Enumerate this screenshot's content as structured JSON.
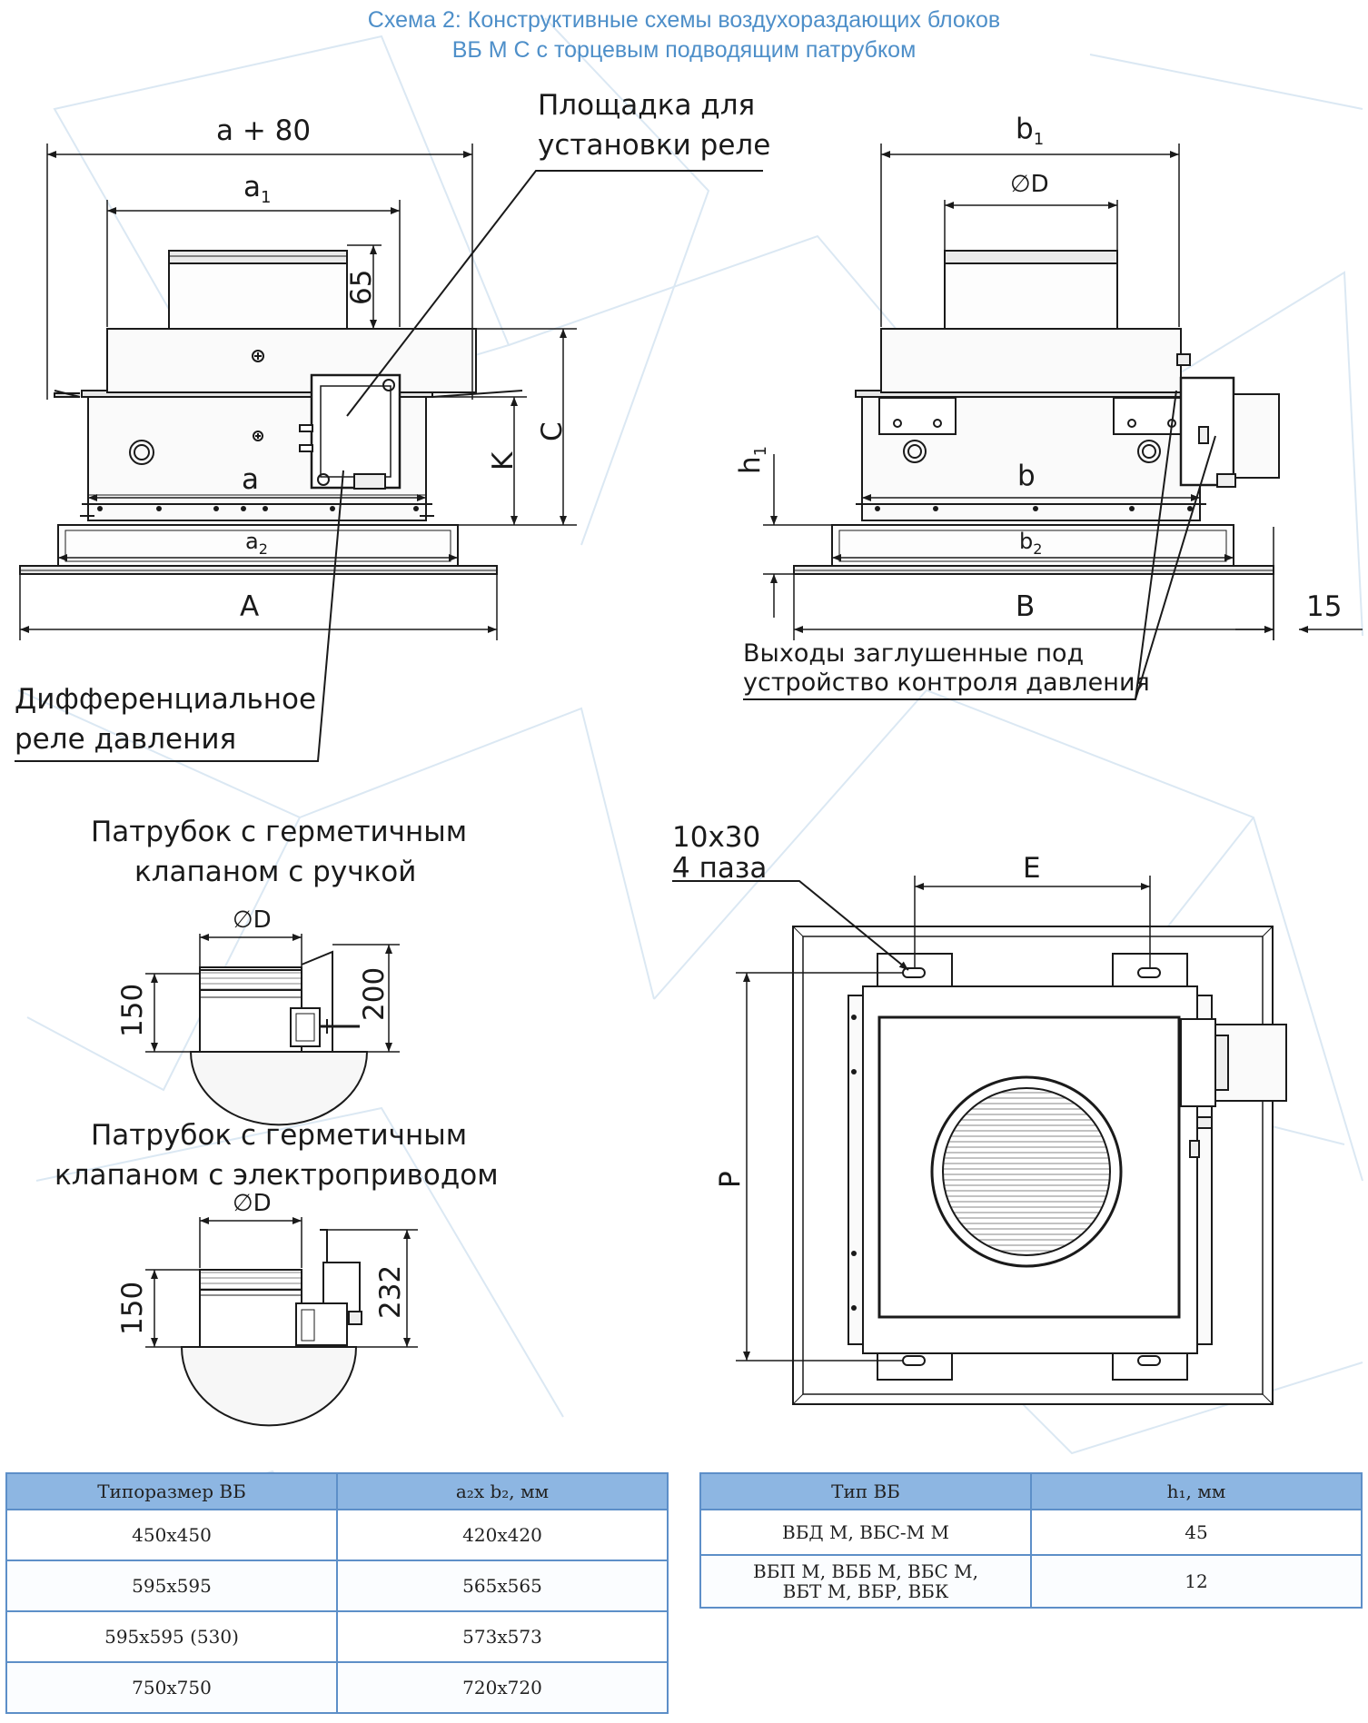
{
  "title_line1": "Схема 2: Конструктивные схемы воздухораздающих блоков",
  "title_line2": "ВБ М С с торцевым подводящим патрубком",
  "callouts": {
    "relay_platform_line1": "Площадка для",
    "relay_platform_line2": "установки реле",
    "diff_relay_line1": "Дифференциальное",
    "diff_relay_line2": "реле давления",
    "outlets_line1": "Выходы заглушенные под",
    "outlets_line2": "устройство контроля давления",
    "slots_line1": "10x30",
    "slots_line2": "4 паза"
  },
  "captions": {
    "handle_line1": "Патрубок с герметичным",
    "handle_line2": "клапаном с ручкой",
    "drive_line1": "Патрубок с герметичным",
    "drive_line2": "клапаном с электроприводом"
  },
  "dims": {
    "a_plus_80": "a + 80",
    "a1": "a",
    "a1_sub": "1",
    "a": "a",
    "a2": "a",
    "a2_sub": "2",
    "A": "A",
    "h65": "65",
    "K": "K",
    "C": "C",
    "b1": "b",
    "b1_sub": "1",
    "D": "∅D",
    "b": "b",
    "b2": "b",
    "b2_sub": "2",
    "B": "B",
    "d15": "15",
    "h1": "h",
    "h1_sub": "1",
    "E": "E",
    "P": "P",
    "d150a": "150",
    "d200": "200",
    "d150b": "150",
    "d232": "232"
  },
  "table1": {
    "headers": [
      "Типоразмер ВБ",
      "a₂x b₂, мм"
    ],
    "rows": [
      [
        "450x450",
        "420x420"
      ],
      [
        "595x595",
        "565x565"
      ],
      [
        "595x595 (530)",
        "573x573"
      ],
      [
        "750x750",
        "720x720"
      ]
    ]
  },
  "table2": {
    "headers": [
      "Тип ВБ",
      "h₁, мм"
    ],
    "rows": [
      [
        "ВБД М, ВБС-М М",
        "45"
      ],
      [
        "ВБП М, ВББ М, ВБС М,\nВБТ М, ВБР, ВБК",
        "12"
      ]
    ]
  }
}
